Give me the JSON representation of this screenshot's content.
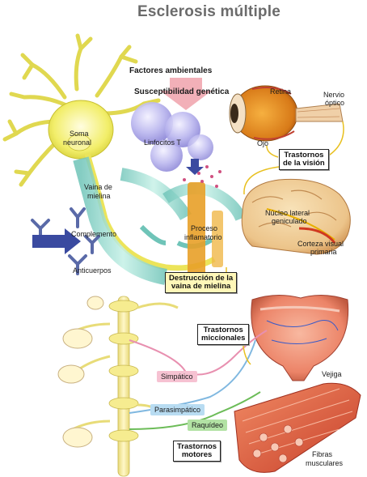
{
  "title": "Esclerosis múltiple",
  "labels": {
    "factores": "Factores ambientales",
    "susceptibilidad": "Susceptibilidad genética",
    "soma_1": "Soma",
    "soma_2": "neuronal",
    "linfocitos": "Linfocitos T",
    "vaina_1": "Vaina de",
    "vaina_2": "mielina",
    "complemento": "Complemento",
    "anticuerpos": "Anticuerpos",
    "proceso_1": "Proceso",
    "proceso_2": "inflamatorio",
    "retina": "Retina",
    "nervio_1": "Nervio",
    "nervio_2": "óptico",
    "ojo": "Ojo",
    "nucleo_1": "Núcleo lateral",
    "nucleo_2": "geniculado",
    "corteza_1": "Corteza visual",
    "corteza_2": "primaria",
    "simpatico": "Simpático",
    "parasimpatico": "Parasimpático",
    "raquideo": "Raquídeo",
    "vejiga": "Vejiga",
    "fibras_1": "Fibras",
    "fibras_2": "musculares"
  },
  "boxes": {
    "vision_1": "Trastornos",
    "vision_2": "de la visión",
    "destruccion_1": "Destrucción de la",
    "destruccion_2": "vaina de mielina",
    "miccionales_1": "Trastornos",
    "miccionales_2": "miccionales",
    "motores_1": "Trastornos",
    "motores_2": "motores"
  },
  "colors": {
    "neuron": "#f2ee6a",
    "myelin": "#9fdcd0",
    "lymphocyte": "#b8b4ee",
    "inflammation": "#e8a028",
    "arrow": "#f2b0b8",
    "antibody_arrow": "#3a4aa0",
    "simpatico_tag": "#f6c2d2",
    "parasimpatico_tag": "#b8dcf2",
    "raquideo_tag": "#b2e2a4",
    "bladder": "#f08a6c",
    "muscle": "#e4603c"
  }
}
